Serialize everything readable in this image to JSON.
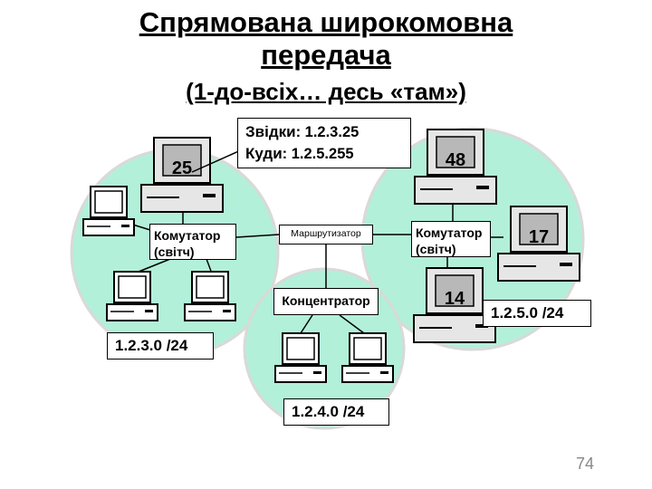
{
  "slide": {
    "title_line1": "Спрямована широкомовна",
    "title_line2": "передача",
    "subtitle": "(1-до-всіх… десь «там»)",
    "page_number": "74"
  },
  "callout": {
    "from_label": "Звідки",
    "from_value": ": 1.2.3.25",
    "to_label": "Куди",
    "to_value": ": 1.2.5.255"
  },
  "devices": {
    "switch_left": "Комутатор (світч)",
    "switch_right": "Комутатор (світч)",
    "router": "Маршрутизатор",
    "hub": "Концентратор"
  },
  "networks": {
    "left": "1.2.3.0 /24",
    "right": "1.2.5.0 /24",
    "bottom": "1.2.4.0 /24"
  },
  "host_numbers": {
    "left_top": "25",
    "right_top": "48",
    "right_mid": "17",
    "right_bottom": "14"
  },
  "colors": {
    "network_fill": "#b3f0d9",
    "computer_fill": "#e6e6e6",
    "screen_fill": "#b8b8b8"
  }
}
